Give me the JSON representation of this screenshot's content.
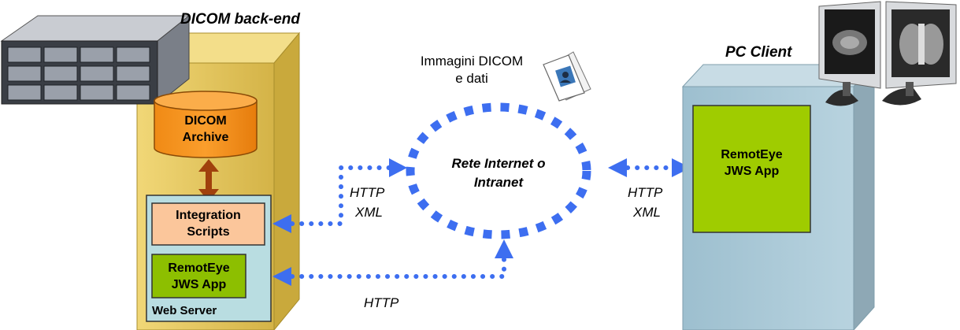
{
  "backend": {
    "title": "DICOM back-end",
    "archive": {
      "line1": "DICOM",
      "line2": "Archive"
    },
    "integration": {
      "line1": "Integration",
      "line2": "Scripts"
    },
    "app": {
      "line1": "RemotEye",
      "line2": "JWS App"
    },
    "web_server": "Web Server"
  },
  "network": {
    "line1": "Rete Internet o",
    "line2": "Intranet",
    "images_line1": "Immagini DICOM",
    "images_line2": "e dati"
  },
  "links": {
    "left_protocol": "HTTP",
    "left_format": "XML",
    "bottom_protocol": "HTTP",
    "right_protocol": "HTTP",
    "right_format": "XML"
  },
  "client": {
    "title": "PC Client",
    "app": {
      "line1": "RemotEye",
      "line2": "JWS App"
    }
  },
  "colors": {
    "backend_wall": "#e5c65c",
    "archive": "#f7931e",
    "integration": "#fbc69b",
    "app_box": "#8dbf00",
    "client_box": "#9fcc00",
    "web_server_panel": "#b9dde1",
    "client_tower": "#a9c8d6",
    "link_dots": "#3d6ef0",
    "sync_arrow": "#a0410d"
  }
}
